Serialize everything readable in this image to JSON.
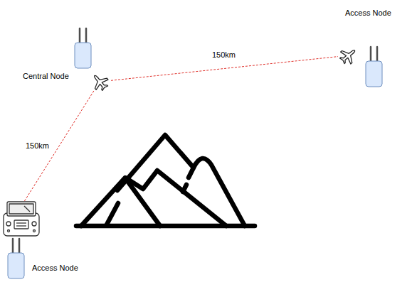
{
  "diagram": {
    "nodes": [
      {
        "text": [
          "Central Node"
        ]
      },
      {
        "text": [
          "Access Node"
        ]
      },
      {
        "text": [
          "Access Node"
        ]
      }
    ],
    "edges": [
      {
        "from": 0,
        "to": 1,
        "label": "150km",
        "arrow": "none"
      },
      {
        "from": 0,
        "to": 2,
        "label": "150km",
        "arrow": "none"
      }
    ]
  }
}
